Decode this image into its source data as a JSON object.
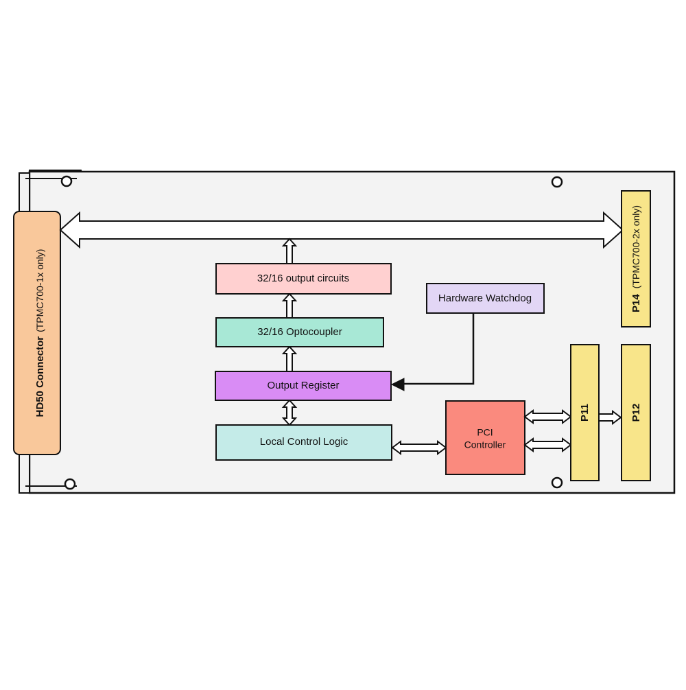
{
  "colors": {
    "board": "#f3f3f3",
    "hd50": "#f9c89b",
    "output_circuits": "#ffd0d0",
    "optocoupler": "#a8e8d6",
    "output_register": "#d98cf5",
    "local_control": "#c4ebe8",
    "watchdog": "#e2d6f5",
    "pci": "#fa8a7e",
    "connector": "#f8e58a"
  },
  "blocks": {
    "hd50": {
      "title": "HD50 Connector",
      "note": "(TPMC700-1x only)"
    },
    "output_circuits": "32/16 output circuits",
    "optocoupler": "32/16 Optocoupler",
    "output_register": "Output Register",
    "local_control": "Local Control Logic",
    "watchdog": "Hardware Watchdog",
    "pci": {
      "line1": "PCI",
      "line2": "Controller"
    },
    "p14": {
      "title": "P14",
      "note": "(TPMC700-2x only)"
    },
    "p11": "P11",
    "p12": "P12"
  }
}
